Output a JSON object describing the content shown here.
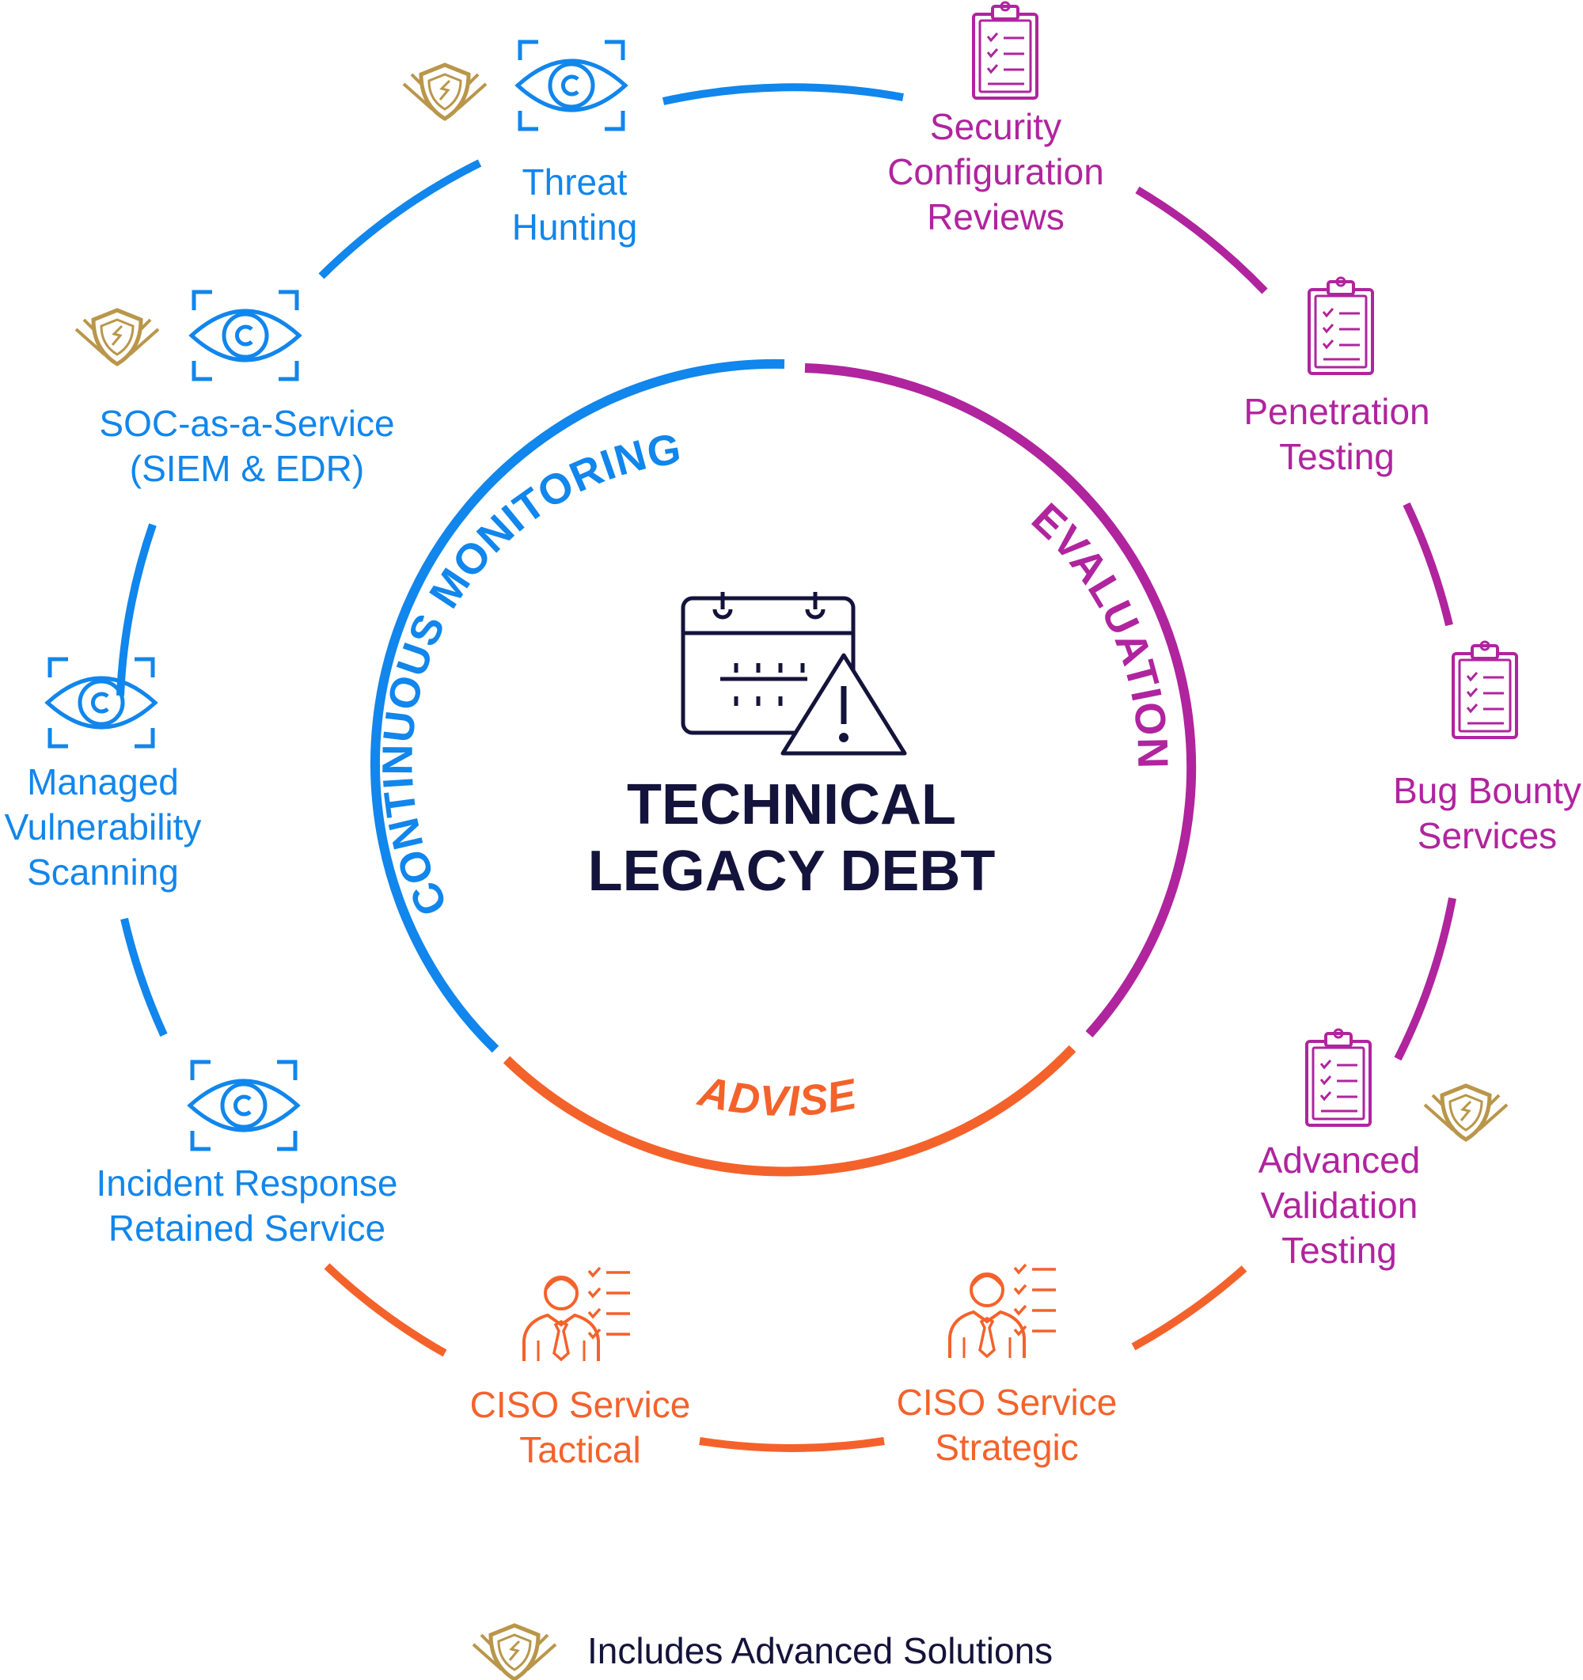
{
  "center": {
    "title_line1": "TECHNICAL",
    "title_line2": "LEGACY DEBT"
  },
  "inner_ring": {
    "monitoring": "CONTINUOUS MONITORING",
    "evaluation": "EVALUATION",
    "advise": "ADVISE"
  },
  "services": {
    "threat_hunting": [
      "Threat",
      "Hunting"
    ],
    "soc": [
      "SOC-as-a-Service",
      "(SIEM & EDR)"
    ],
    "mvs": [
      "Managed",
      "Vulnerability",
      "Scanning"
    ],
    "ir": [
      "Incident Response",
      "Retained Service"
    ],
    "scr": [
      "Security",
      "Configuration",
      "Reviews"
    ],
    "pentest": [
      "Penetration",
      "Testing"
    ],
    "bug_bounty": [
      "Bug Bounty",
      "Services"
    ],
    "avt": [
      "Advanced",
      "Validation",
      "Testing"
    ],
    "ciso_tactical": [
      "CISO Service",
      "Tactical"
    ],
    "ciso_strategic": [
      "CISO Service",
      "Strategic"
    ]
  },
  "legend": {
    "label": "Includes Advanced Solutions"
  },
  "colors": {
    "blue": "#1186EC",
    "magenta": "#B0249E",
    "orange": "#F4622B",
    "gold": "#B9964A",
    "navy": "#14133B"
  }
}
